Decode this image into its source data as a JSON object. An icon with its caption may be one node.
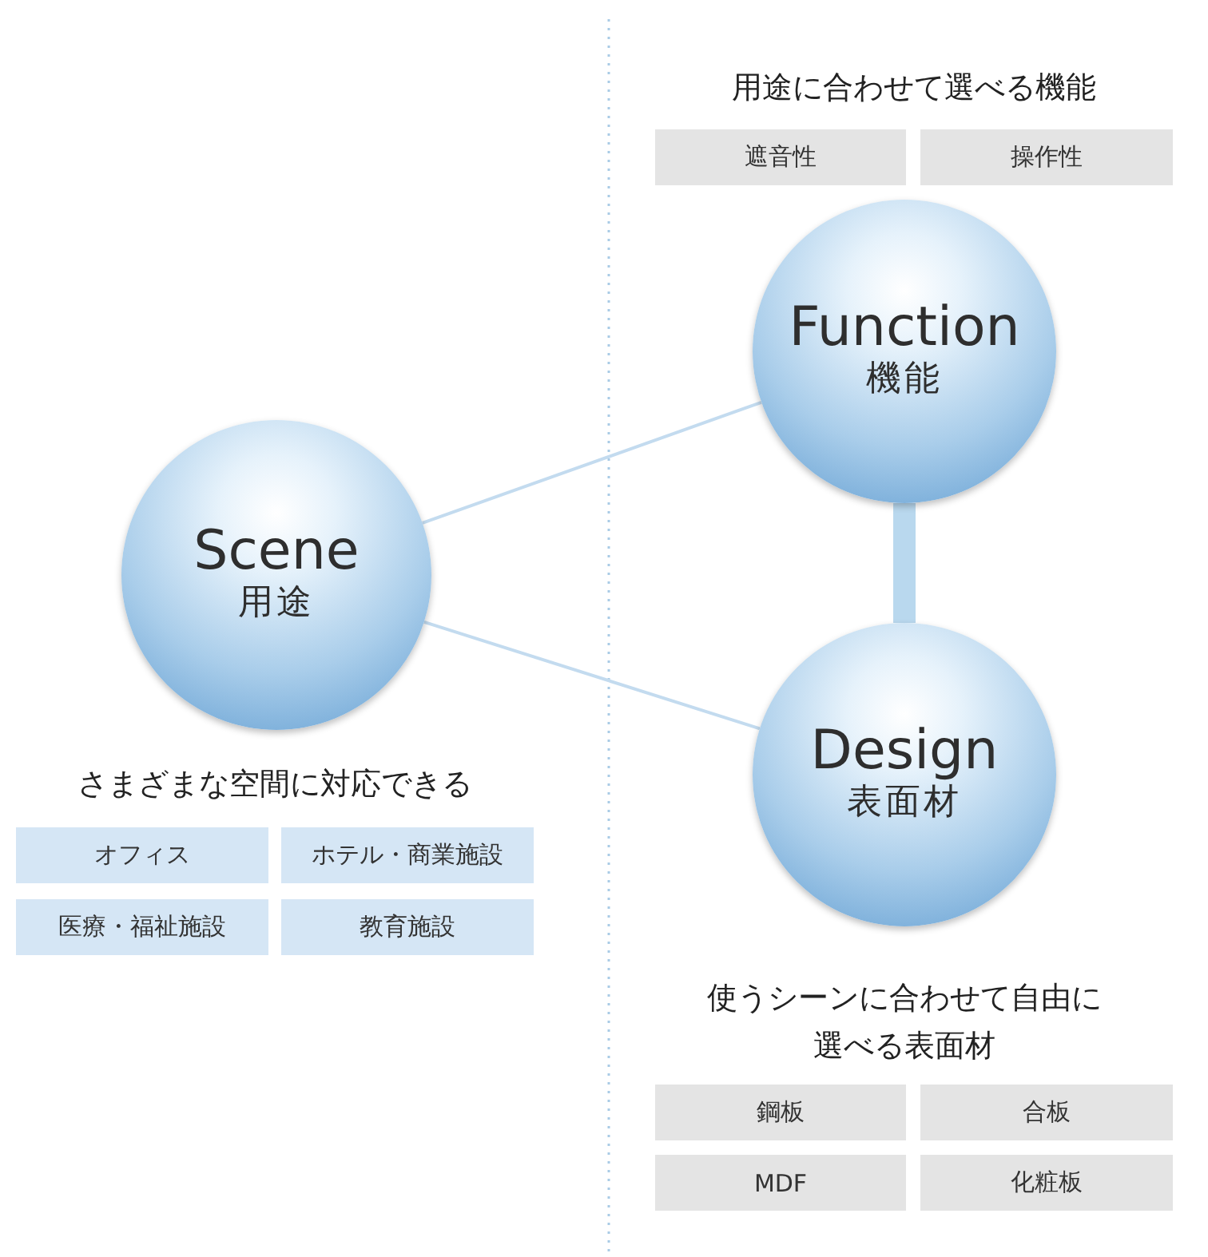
{
  "diagram": {
    "nodes": [
      {
        "text": [
          "Scene",
          "用途"
        ]
      },
      {
        "text": [
          "Function",
          "機能"
        ]
      },
      {
        "text": [
          "Design",
          "表面材"
        ]
      }
    ],
    "edges": [
      {
        "from": 0,
        "to": 1,
        "arrow": "none"
      },
      {
        "from": 0,
        "to": 2,
        "arrow": "none"
      },
      {
        "from": 1,
        "to": 2,
        "arrow": "none",
        "style": "thick"
      }
    ],
    "labels": [
      "用途に合わせて選べる機能",
      "遮音性",
      "操作性",
      "さまざまな空間に対応できる",
      "オフィス",
      "ホテル・商業施設",
      "医療・福祉施設",
      "教育施設",
      "使うシーンに合わせて自由に選べる表面材",
      "鋼板",
      "合板",
      "MDF",
      "化粧板"
    ]
  }
}
